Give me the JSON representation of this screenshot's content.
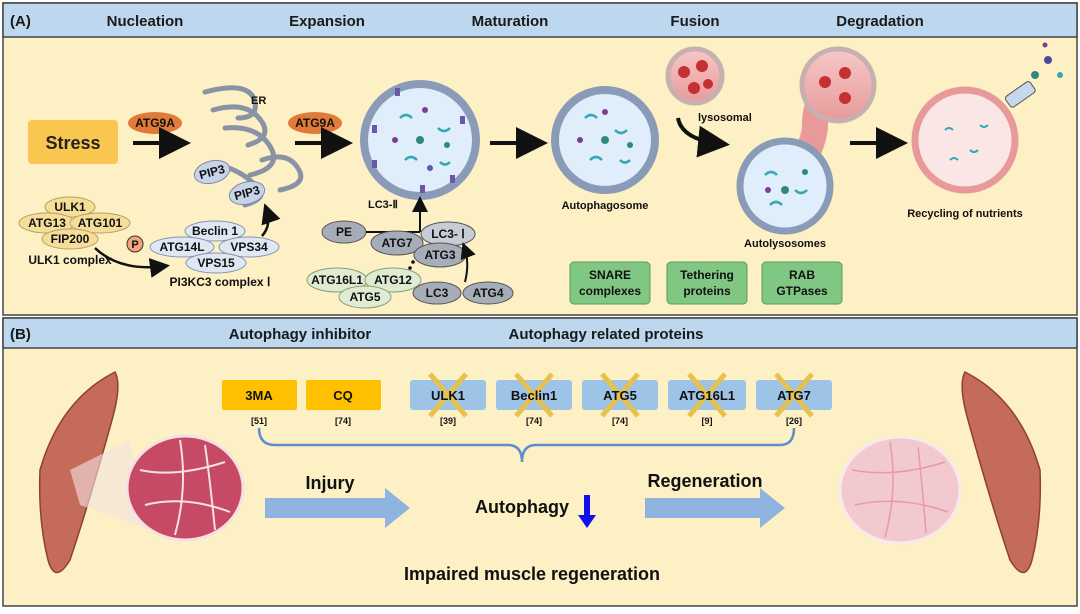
{
  "panel_a": {
    "label": "(A)",
    "stages": [
      "Nucleation",
      "Expansion",
      "Maturation",
      "Fusion",
      "Degradation"
    ],
    "stress": "Stress",
    "atg9a": "ATG9A",
    "er": "ER",
    "pip3": "PIP3",
    "ulk1_complex": {
      "items": [
        "ULK1",
        "ATG13",
        "ATG101",
        "FIP200"
      ],
      "label": "ULK1 complex",
      "phospho": "P"
    },
    "pi3kc3_complex": {
      "items": [
        "Beclin 1",
        "ATG14L",
        "VPS34",
        "VPS15"
      ],
      "label": "PI3KC3 complex Ⅰ"
    },
    "lc3_pathway": {
      "lc3ii": "LC3-Ⅱ",
      "pe": "PE",
      "atg7": "ATG7",
      "lc3i": "LC3- Ⅰ",
      "atg3": "ATG3",
      "atg16l1": "ATG16L1",
      "atg12": "ATG12",
      "atg5": "ATG5",
      "lc3": "LC3",
      "atg4": "ATG4"
    },
    "autophagosome": "Autophagosome",
    "lysosomal": "lysosomal",
    "autolysosomes": "Autolysosomes",
    "recycling": "Recycling of nutrients",
    "fusion_factors": [
      "SNARE complexes",
      "Tethering proteins",
      "RAB GTPases"
    ]
  },
  "panel_b": {
    "label": "(B)",
    "inhibitor_header": "Autophagy inhibitor",
    "proteins_header": "Autophagy related proteins",
    "inhibitors": [
      {
        "name": "3MA",
        "ref": "[51]"
      },
      {
        "name": "CQ",
        "ref": "[74]"
      }
    ],
    "proteins": [
      {
        "name": "ULK1",
        "ref": "[39]"
      },
      {
        "name": "Beclin1",
        "ref": "[74]"
      },
      {
        "name": "ATG5",
        "ref": "[74]"
      },
      {
        "name": "ATG16L1",
        "ref": "[9]"
      },
      {
        "name": "ATG7",
        "ref": "[26]"
      }
    ],
    "injury": "Injury",
    "autophagy": "Autophagy",
    "regeneration": "Regeneration",
    "outcome": "Impaired muscle regeneration"
  },
  "colors": {
    "panel_bg": "#fdf0c4",
    "header_bg": "#bdd7ee",
    "stress_fill": "#f9c74f",
    "atg9a_fill": "#e07b39",
    "inhibitor_fill": "#ffc000",
    "protein_fill": "#9dc3e6",
    "green_box": "#81c784",
    "cross": "#e6c24d",
    "down_arrow": "#1010ee"
  }
}
